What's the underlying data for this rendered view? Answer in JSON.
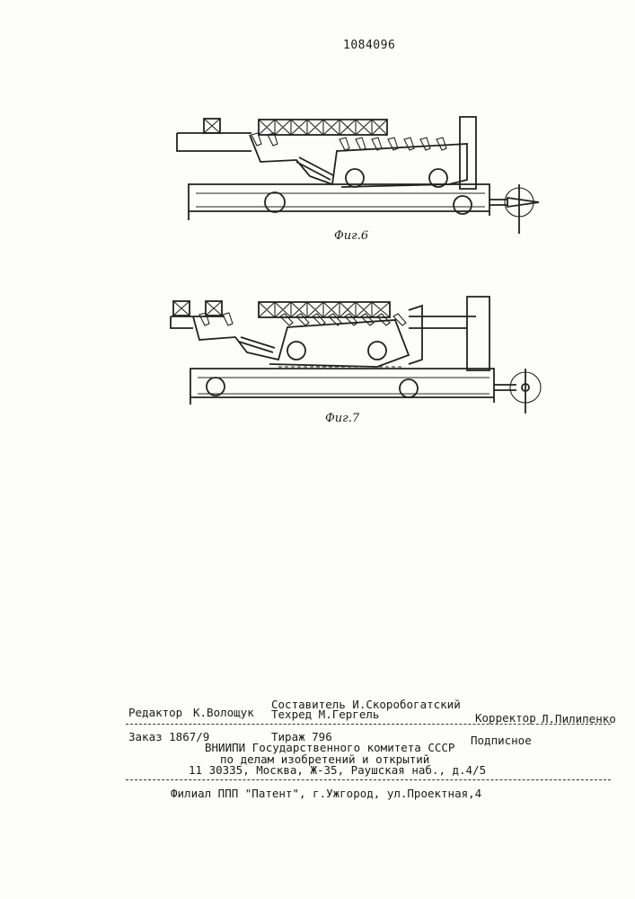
{
  "header": {
    "patent_number": "1084096"
  },
  "figures": [
    {
      "caption": "Фиг.6"
    },
    {
      "caption": "Фиг.7"
    }
  ],
  "colophon": {
    "compiler": "Составитель И.Скоробогатский",
    "editor_label": "Редактор",
    "editor_name": "К.Волощук",
    "techred": "Техред М.Гергель",
    "corrector_label": "Корректор",
    "corrector_name": "Л.Пилипенко",
    "order": "Заказ 1867/9",
    "circulation": "Тираж 796",
    "subscription": "Подписное",
    "org_line1": "ВНИИПИ Государственного комитета СССР",
    "org_line2": "по делам изобретений и открытий",
    "org_line3": "11 30335, Москва, Ж-35, Раушская наб., д.4/5",
    "branch": "Филиал ППП \"Патент\", г.Ужгород, ул.Проектная,4"
  }
}
